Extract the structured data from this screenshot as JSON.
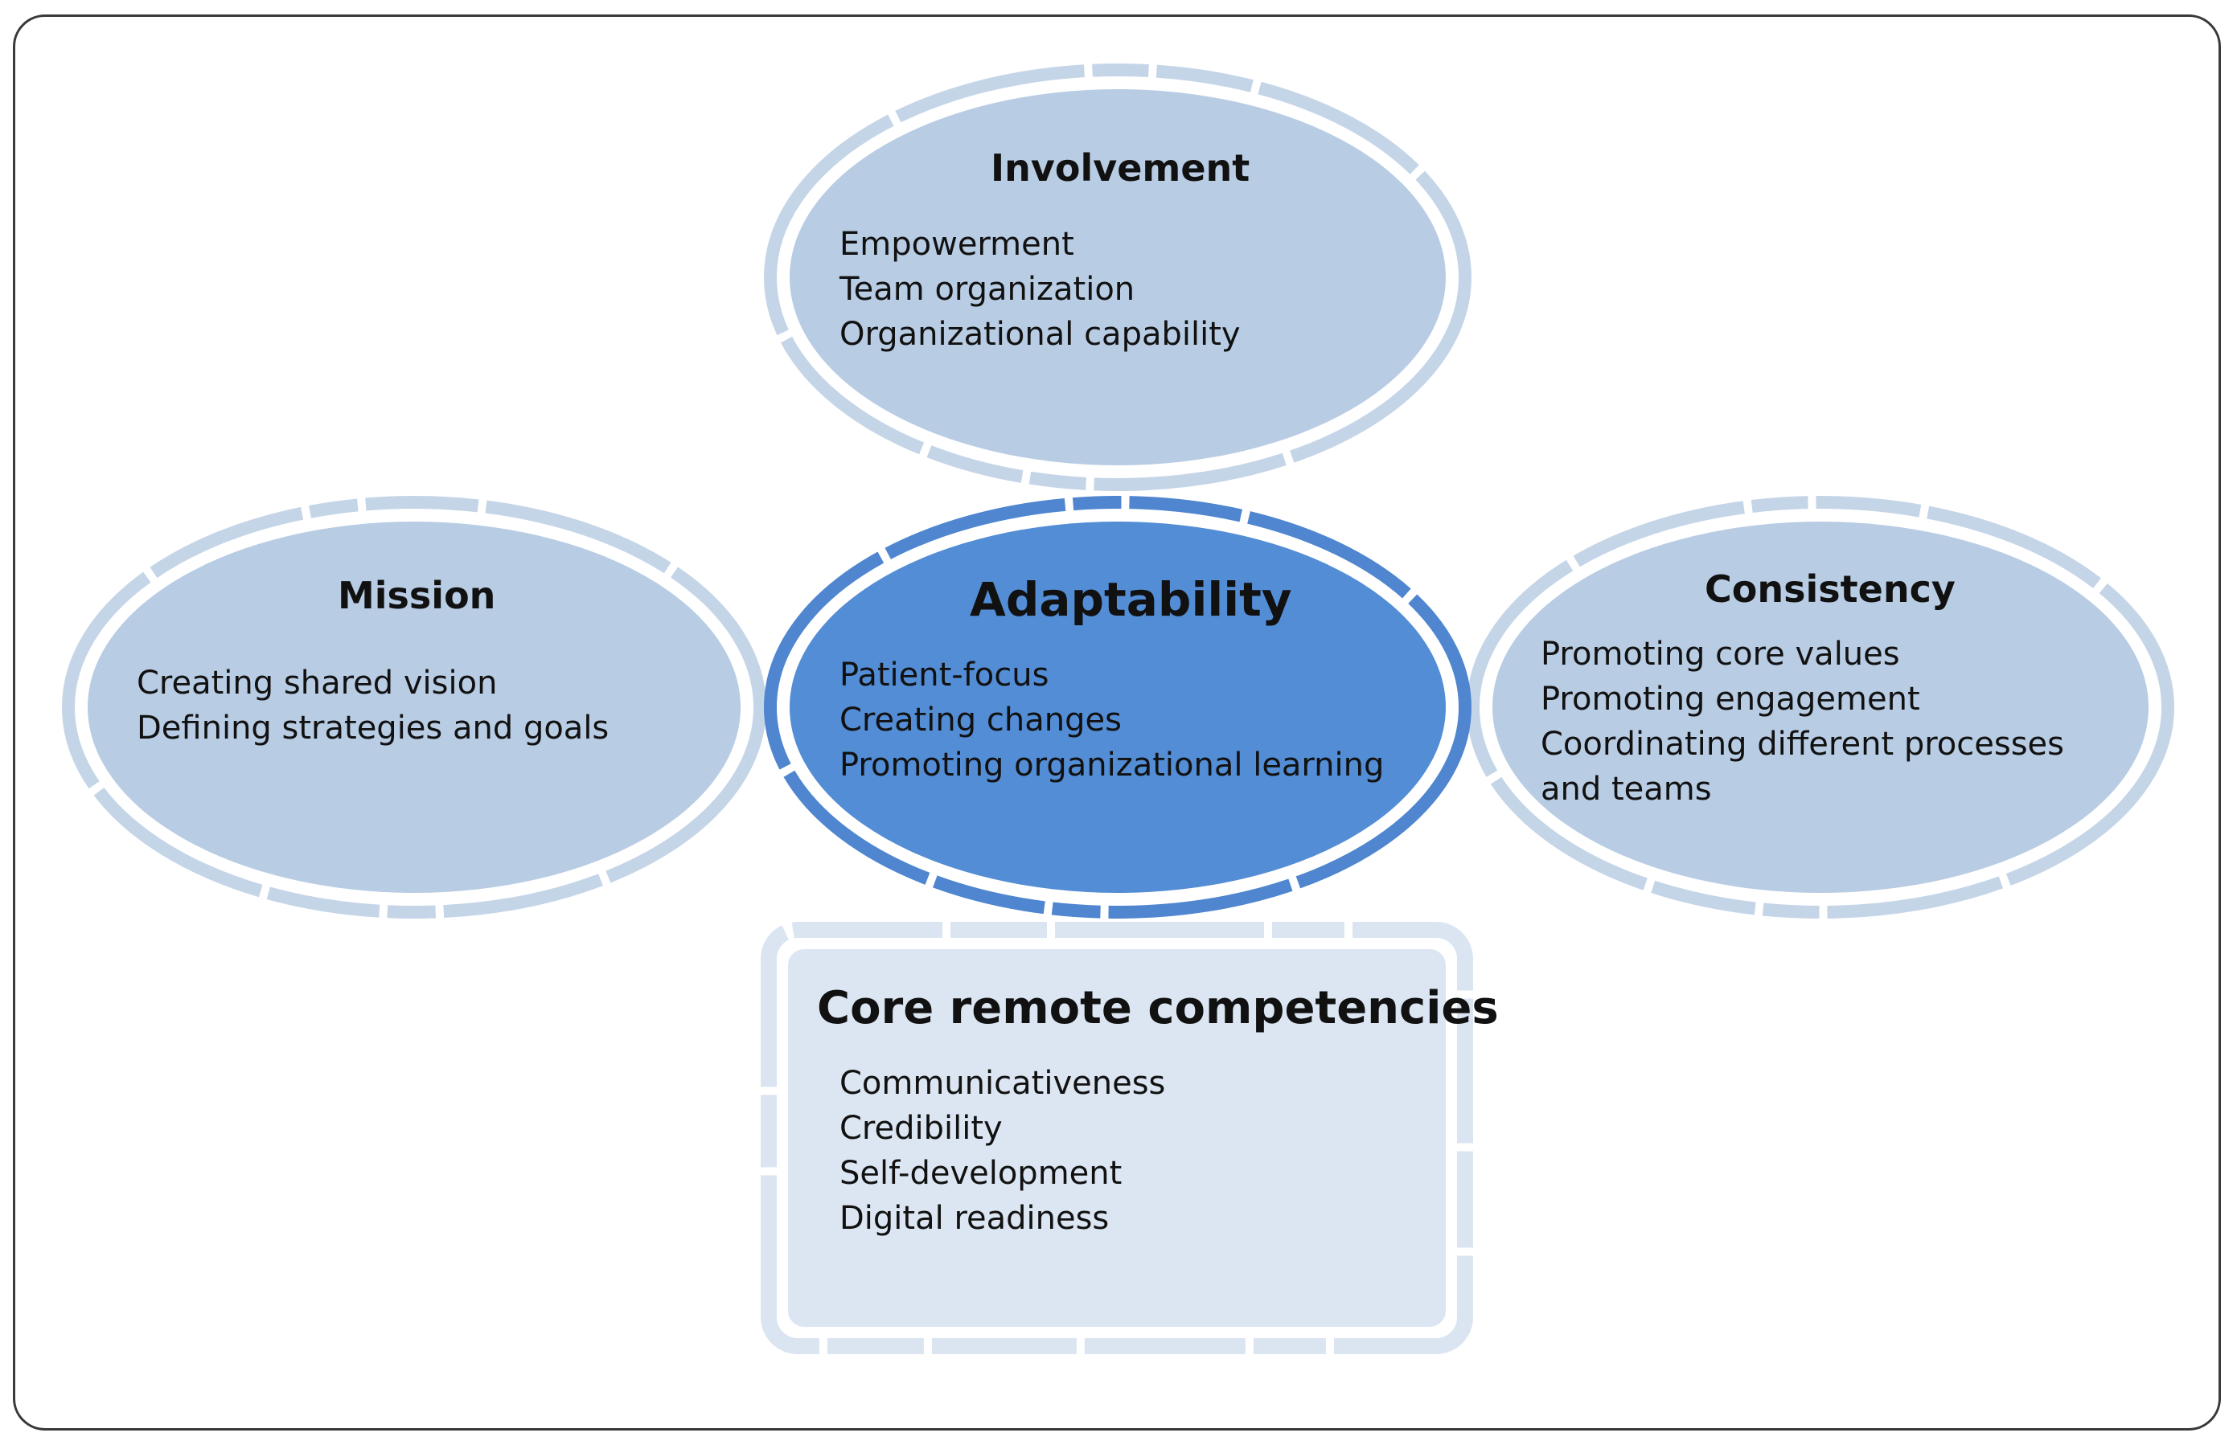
{
  "colors": {
    "outer_fill": "#b8cce4",
    "outer_ring": "#c5d5e8",
    "center_fill": "#538dd5",
    "center_ring": "#4f86cf",
    "box_fill": "#dce6f2",
    "box_ring": "#dbe5f1",
    "frame": "#3a3a3a"
  },
  "involvement": {
    "title": "Involvement",
    "items": [
      "Empowerment",
      "Team organization",
      "Organizational capability"
    ]
  },
  "mission": {
    "title": "Mission",
    "items": [
      "Creating shared vision",
      "Defining strategies and goals"
    ]
  },
  "adaptability": {
    "title": "Adaptability",
    "items": [
      "Patient-focus",
      "Creating changes",
      "Promoting organizational learning"
    ]
  },
  "consistency": {
    "title": "Consistency",
    "items": [
      "Promoting core values",
      "Promoting engagement",
      "Coordinating different processes",
      "and teams"
    ]
  },
  "core": {
    "title": "Core remote competencies",
    "items": [
      "Communicativeness",
      "Credibility",
      "Self-development",
      "Digital readiness"
    ]
  }
}
